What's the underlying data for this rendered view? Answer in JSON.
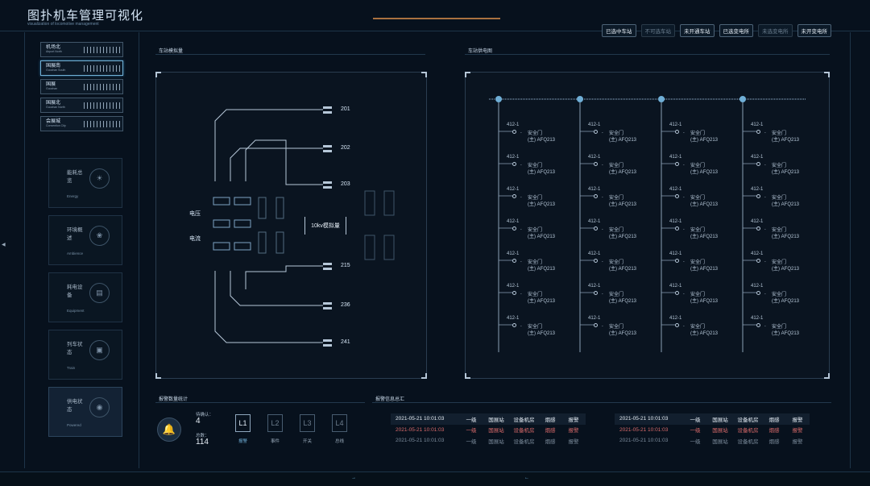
{
  "header": {
    "title": "图扑机车管理可视化",
    "subtitle": "visualization of locomotive management"
  },
  "top_buttons": [
    {
      "label": "已选中车站",
      "enabled": true
    },
    {
      "label": "不可选车站",
      "enabled": false
    },
    {
      "label": "未开通车站",
      "enabled": true
    },
    {
      "label": "已选变电所",
      "enabled": true
    },
    {
      "label": "未选变电所",
      "enabled": false
    },
    {
      "label": "未开变电所",
      "enabled": true
    }
  ],
  "stations": [
    {
      "name": "机场北",
      "en": "Airport North"
    },
    {
      "name": "国展南",
      "en": "Guozhan South"
    },
    {
      "name": "国展",
      "en": "Guozhan"
    },
    {
      "name": "国展北",
      "en": "Guozhan North"
    },
    {
      "name": "会展城",
      "en": "Convention City"
    }
  ],
  "nav": [
    {
      "cn": "能耗总览",
      "en": "Energy",
      "icon": "bulb-icon"
    },
    {
      "cn": "环境概述",
      "en": "Ambience",
      "icon": "leaf-icon"
    },
    {
      "cn": "耗电设备",
      "en": "Equipment",
      "icon": "device-icon"
    },
    {
      "cn": "列车状态",
      "en": "Train",
      "icon": "train-icon"
    },
    {
      "cn": "供电状态",
      "en": "Powered",
      "icon": "power-icon"
    }
  ],
  "panels": {
    "sim": "车站模拟量",
    "wiring": "车站供电图",
    "alarm_count": "报警数量统计",
    "alarm_summary": "报警信息总汇"
  },
  "sim": {
    "lines": [
      "201",
      "202",
      "203",
      "215",
      "236",
      "241"
    ],
    "voltage": "电压",
    "current": "电流",
    "button": "10kv模拟量"
  },
  "wiring": {
    "code": "412-1",
    "door": "安全门",
    "sub": "(主) AFQ213",
    "rows": 7,
    "cols": 4
  },
  "alarm_stats": {
    "pending_label": "待确认：",
    "pending": "4",
    "total_label": "总数：",
    "total": "114"
  },
  "levels": [
    {
      "label": "L1",
      "name": "报警",
      "active": true
    },
    {
      "label": "L2",
      "name": "事件",
      "active": false
    },
    {
      "label": "L3",
      "name": "开关",
      "active": false
    },
    {
      "label": "L4",
      "name": "总线",
      "active": false
    }
  ],
  "alarms": [
    {
      "time": "2021-05-21 10:01:03",
      "level": "一级",
      "station": "国展站",
      "place": "设备机房",
      "type": "烟感",
      "status": "报警",
      "style": "head"
    },
    {
      "time": "2021-05-21 10:01:03",
      "level": "一级",
      "station": "国展站",
      "place": "设备机房",
      "type": "烟感",
      "status": "报警",
      "style": "red"
    },
    {
      "time": "2021-05-21 10:01:03",
      "level": "一级",
      "station": "国展站",
      "place": "设备机房",
      "type": "烟感",
      "status": "报警",
      "style": "dim"
    }
  ],
  "colors": {
    "accent": "#6faed6",
    "alarm": "#d96a6a",
    "orange": "#d28a4a"
  }
}
